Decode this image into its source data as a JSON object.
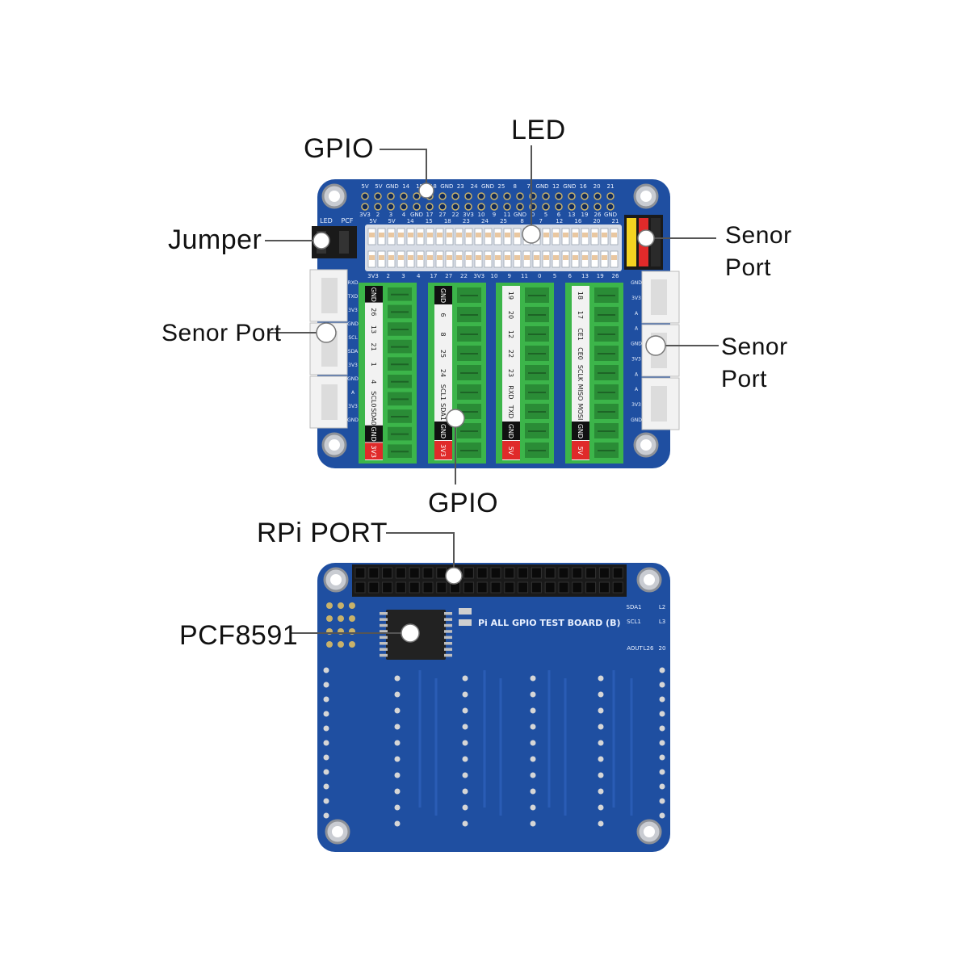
{
  "callouts": {
    "gpio_top": "GPIO",
    "led": "LED",
    "jumper": "Jumper",
    "sensor_right_top_1": "Senor",
    "sensor_right_top_2": "Port",
    "sensor_left": "Senor Port",
    "sensor_right_mid_1": "Senor",
    "sensor_right_mid_2": "Port",
    "gpio_bottom": "GPIO",
    "rpi_port": "RPi PORT",
    "pcf8591": "PCF8591"
  },
  "board_front": {
    "header_top_labels": [
      "5V",
      "5V",
      "GND",
      "14",
      "15",
      "18",
      "GND",
      "23",
      "24",
      "GND",
      "25",
      "8",
      "7",
      "GND",
      "12",
      "GND",
      "16",
      "20",
      "21"
    ],
    "header_bottom_labels": [
      "3V3",
      "2",
      "3",
      "4",
      "GND",
      "17",
      "27",
      "22",
      "3V3",
      "10",
      "9",
      "11",
      "GND",
      "0",
      "5",
      "6",
      "13",
      "19",
      "26",
      "GND"
    ],
    "led_top_labels": [
      "5V",
      "5V",
      "14",
      "15",
      "18",
      "23",
      "24",
      "25",
      "8",
      "7",
      "12",
      "16",
      "20",
      "21"
    ],
    "led_bottom_labels": [
      "3V3",
      "2",
      "3",
      "4",
      "17",
      "27",
      "22",
      "3V3",
      "10",
      "9",
      "11",
      "0",
      "5",
      "6",
      "13",
      "19",
      "26"
    ],
    "jumper_labels": [
      "LED",
      "PCF"
    ],
    "terminal_blocks": [
      {
        "labels": [
          "GND",
          "26",
          "13",
          "21",
          "1",
          "4",
          "SCL0",
          "SDA0",
          "GND",
          "3V3"
        ]
      },
      {
        "labels": [
          "GND",
          "6",
          "8",
          "25",
          "24",
          "SCL1",
          "SDA1",
          "GND",
          "3V3"
        ]
      },
      {
        "labels": [
          "19",
          "20",
          "12",
          "22",
          "23",
          "RXD",
          "TXD",
          "GND",
          "5V"
        ]
      },
      {
        "labels": [
          "18",
          "17",
          "CE1",
          "CE0",
          "SCLK",
          "MISO",
          "MOSI",
          "GND",
          "5V"
        ]
      }
    ],
    "left_port_labels": [
      "RXD",
      "TXD",
      "3V3",
      "GND",
      "SCL",
      "SDA",
      "3V3",
      "GND",
      "A",
      "3V3",
      "GND"
    ],
    "right_port_labels": [
      "GND",
      "3V3",
      "A",
      "A",
      "GND",
      "3V3",
      "A",
      "A",
      "3V3",
      "GND"
    ]
  },
  "board_back": {
    "title": "Pi ALL GPIO TEST BOARD (B)",
    "corner_labels": [
      "SDA1",
      "SCL1",
      "AOUT",
      "L26",
      "L2",
      "L3",
      "20"
    ]
  },
  "colors": {
    "pcb_blue": "#1f4fa1",
    "pcb_blue_dark": "#163d80",
    "terminal_green": "#3cb54a",
    "terminal_green_dark": "#2a8c36",
    "terminal_label_red": "#e02a2a",
    "led_strip": "#d8dde6",
    "header_black": "#1a1a1a"
  }
}
